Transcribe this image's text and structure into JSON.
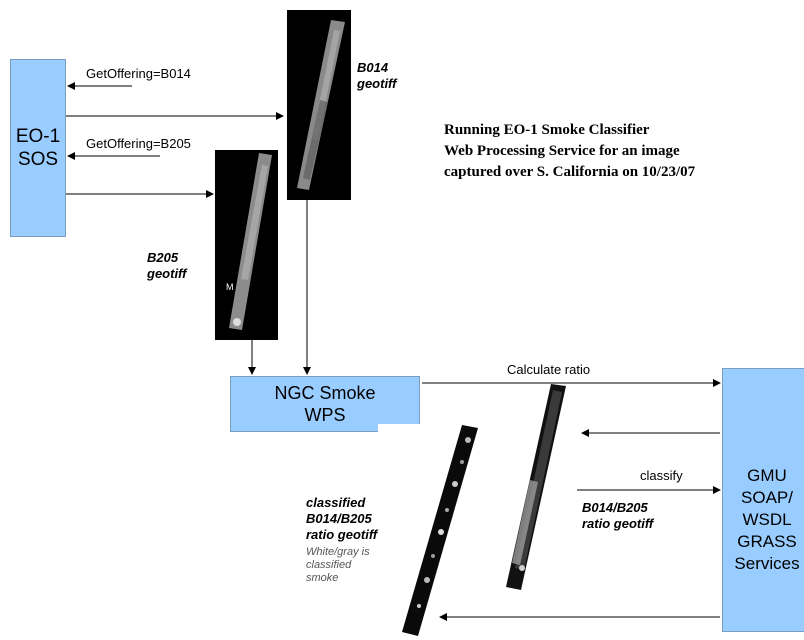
{
  "title_lines": [
    "Running EO-1 Smoke Classifier",
    "Web Processing Service for an image",
    "captured over S. California on 10/23/07"
  ],
  "nodes": {
    "sos": {
      "lines": [
        "EO-1",
        "SOS"
      ]
    },
    "wps": {
      "lines": [
        "NGC Smoke",
        "WPS"
      ]
    },
    "grass": {
      "lines": [
        "GMU",
        "SOAP/",
        "WSDL",
        "GRASS",
        "Services"
      ]
    }
  },
  "edge_labels": {
    "get_b014": "GetOffering=B014",
    "get_b205": "GetOffering=B205",
    "calc_ratio": "Calculate ratio",
    "classify": "classify"
  },
  "image_labels": {
    "b014": [
      "B014",
      "geotiff"
    ],
    "b205": [
      "B205",
      "geotiff"
    ],
    "ratio": [
      "B014/B205",
      "ratio geotiff"
    ],
    "classified": [
      "classified",
      "B014/B205",
      "ratio geotiff"
    ]
  },
  "classified_note": [
    "White/gray is",
    "classified",
    "smoke"
  ],
  "colors": {
    "node_fill": "#99ccff",
    "image_background": "#000000",
    "arrow": "#000000"
  }
}
